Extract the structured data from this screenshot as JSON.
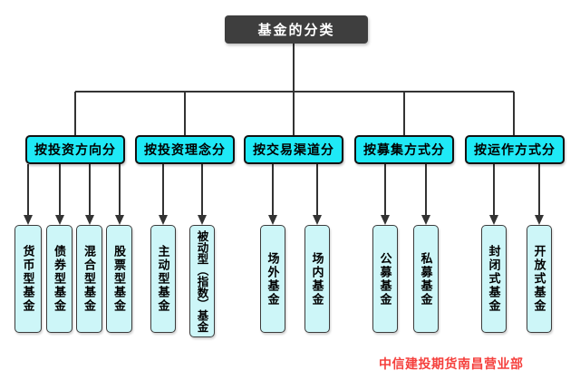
{
  "diagram": {
    "title": "基金的分类",
    "groups": [
      {
        "category": "按投资方向分",
        "leaves": [
          "货币型基金",
          "债券型基金",
          "混合型基金",
          "股票型基金"
        ]
      },
      {
        "category": "按投资理念分",
        "leaves": [
          "主动型基金",
          "被动型（指数）基金"
        ]
      },
      {
        "category": "按交易渠道分",
        "leaves": [
          "场外基金",
          "场内基金"
        ]
      },
      {
        "category": "按募集方式分",
        "leaves": [
          "公募基金",
          "私募基金"
        ]
      },
      {
        "category": "按运作方式分",
        "leaves": [
          "封闭式基金",
          "开放式基金"
        ]
      }
    ],
    "footer": "中信建投期货南昌营业部",
    "colors": {
      "root_fill": "#3e3e3e",
      "root_text": "#ffffff",
      "category_fill": "#1fe9f6",
      "leaf_fill": "#cdf6f8",
      "connector": "#333333",
      "footer_text": "#f5403d"
    }
  }
}
